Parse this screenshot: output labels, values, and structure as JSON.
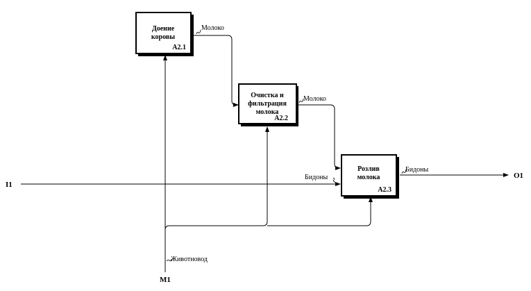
{
  "diagram": {
    "boxes": [
      {
        "id": "a21",
        "title_lines": [
          "Доение",
          "коровы"
        ],
        "number": "A2.1"
      },
      {
        "id": "a22",
        "title_lines": [
          "Очистка и",
          "фильтрация",
          "молока"
        ],
        "number": "A2.2"
      },
      {
        "id": "a23",
        "title_lines": [
          "Розлив",
          "молока"
        ],
        "number": "A2.3"
      }
    ],
    "arrows": {
      "milk_1": "Молоко",
      "milk_2": "Молоко",
      "cans_in": "Бидоны",
      "cans_out": "Бидоны",
      "herder": "Животновод"
    },
    "tunnels": {
      "input": "I1",
      "output": "O1",
      "mechanism": "M1"
    }
  }
}
